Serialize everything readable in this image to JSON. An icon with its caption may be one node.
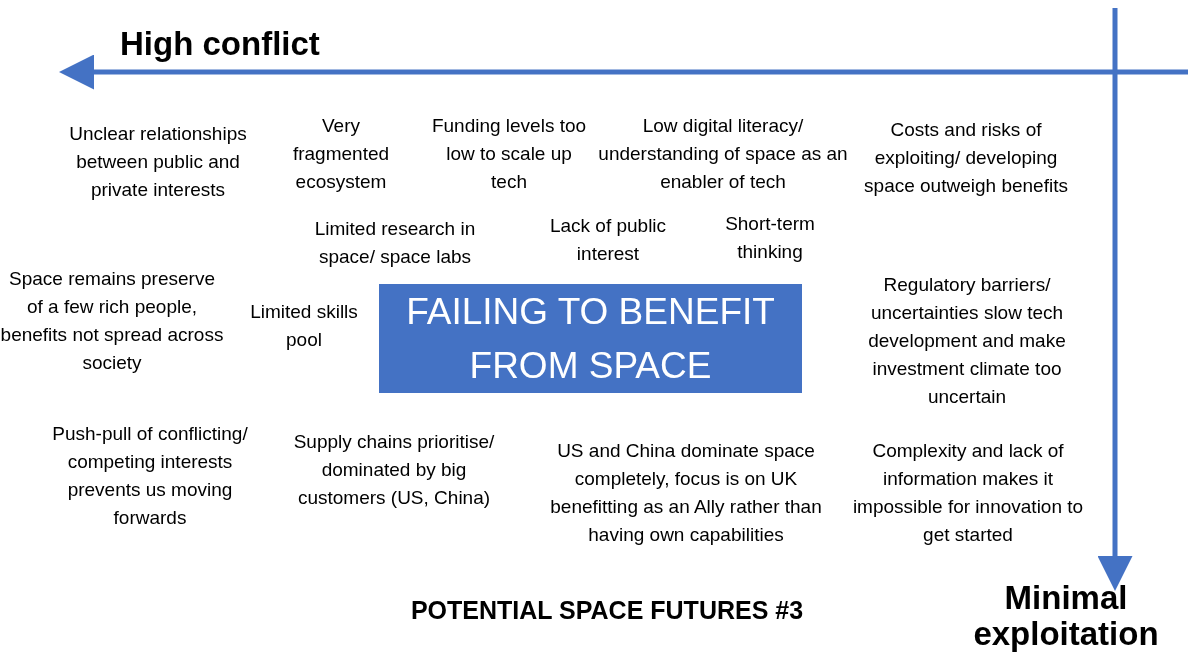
{
  "diagram": {
    "caption": "POTENTIAL SPACE FUTURES #3",
    "nodes": [
      {
        "text": [
          "FAILING TO BENEFIT FROM SPACE"
        ]
      }
    ],
    "labels": [
      "High conflict",
      "Unclear relationships between public and private interests",
      "Very fragmented ecosystem",
      "Funding levels too low to scale up tech",
      "Low digital literacy/ understanding of space as an enabler of tech",
      "Costs and risks of exploiting/ developing space outweigh benefits",
      "Limited research in space/ space labs",
      "Lack of public interest",
      "Short-term thinking",
      "Space remains preserve of a few rich people, benefits not spread across society",
      "Limited skills pool",
      "Regulatory barriers/ uncertainties slow tech development and make investment climate too uncertain",
      "Push-pull of conflicting/ competing interests prevents us moving forwards",
      "Supply chains prioritise/ dominated by big customers (US, China)",
      "US and China dominate space completely, focus is on UK benefitting as an Ally rather than having own capabilities",
      "Complexity and lack of information makes it impossible for innovation to get started",
      "Minimal exploitation"
    ]
  }
}
